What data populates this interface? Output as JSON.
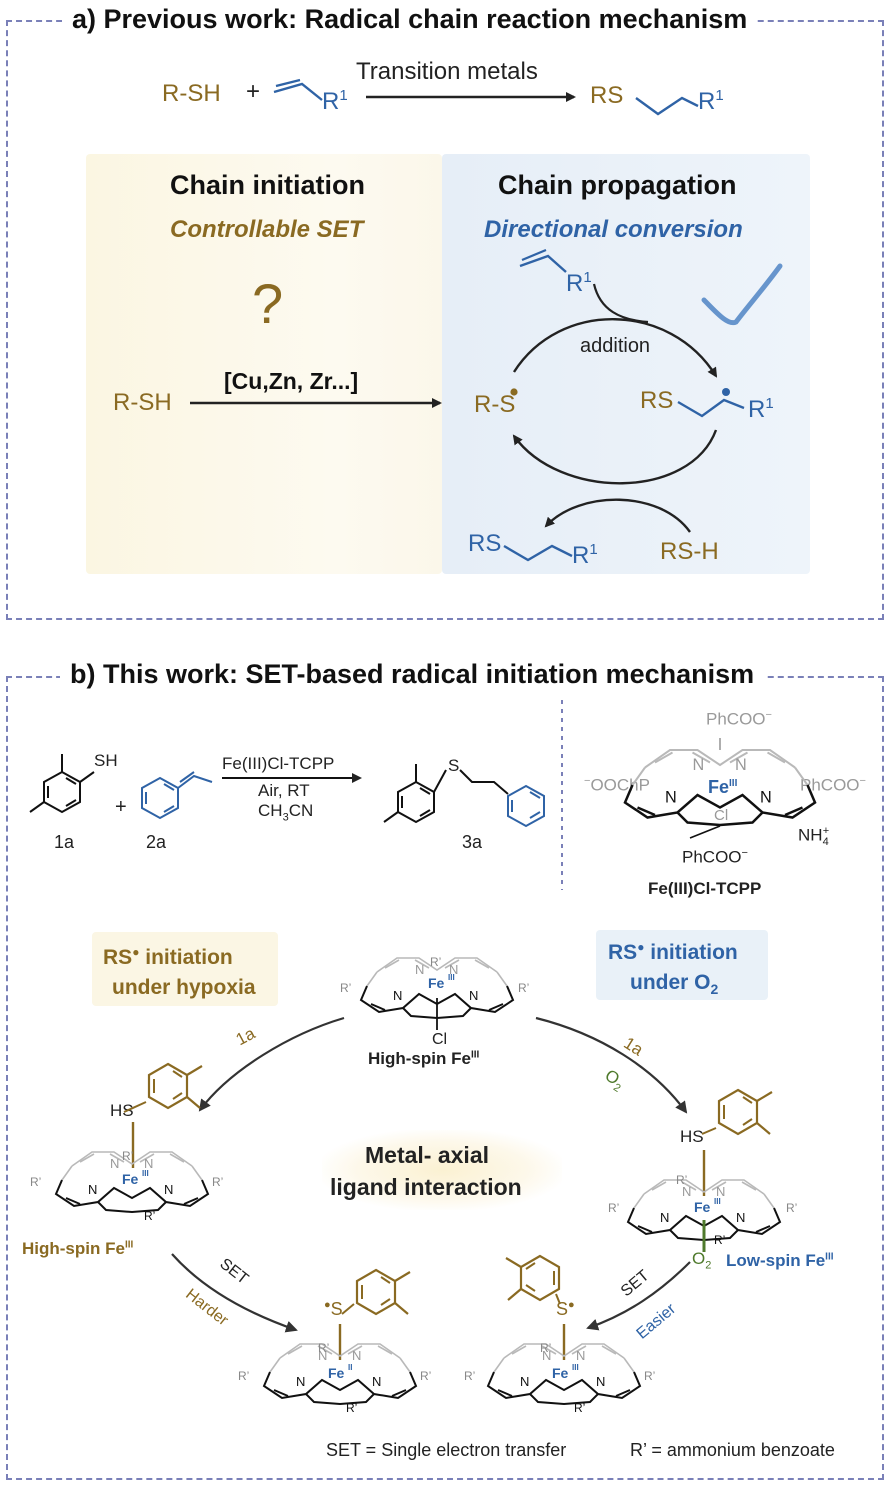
{
  "panel_a": {
    "title": "a) Previous work: Radical chain reaction mechanism",
    "top_reaction": {
      "reactant1": "R-SH",
      "plus": "+",
      "r1": "R",
      "r1_sup": "1",
      "arrow_label": "Transition metals",
      "product_rs": "RS",
      "product_r": "R",
      "product_sup": "1"
    },
    "initiation": {
      "heading": "Chain initiation",
      "subheading": "Controllable SET",
      "question": "?",
      "reactant": "R-SH",
      "catalysts": "[Cu,Zn, Zr...]"
    },
    "propagation": {
      "heading": "Chain propagation",
      "subheading": "Directional conversion",
      "alkene_r": "R",
      "alkene_sup": "1",
      "addition": "addition",
      "radical_rs": "R-S",
      "adduct_rs": "RS",
      "adduct_r": "R",
      "adduct_sup": "1",
      "product_rs": "RS",
      "product_r": "R",
      "product_sup": "1",
      "donor": "RS-H"
    }
  },
  "panel_b": {
    "title": "b) This work: SET-based radical initiation mechanism",
    "scheme": {
      "sh": "SH",
      "plus": "+",
      "catalyst": "Fe(III)Cl-TCPP",
      "cond1": "Air, RT",
      "cond2_a": "CH",
      "cond2_sub": "3",
      "cond2_b": "CN",
      "s": "S",
      "label_1a": "1a",
      "label_2a": "2a",
      "label_3a": "3a"
    },
    "porphyrin": {
      "top": "PhCOO",
      "top_sup": "−",
      "left_pre": "−",
      "left": "OOChP",
      "right": "PhCOO",
      "right_sup": "−",
      "bottom": "PhCOO",
      "bottom_sup": "−",
      "fe": "Fe",
      "fe_sup": "III",
      "cl": "Cl",
      "nh4": "NH",
      "nh4_sub": "4",
      "nh4_sup": "+",
      "name": "Fe(III)Cl-TCPP"
    },
    "mechanism": {
      "hypoxia_rs": "RS",
      "hypoxia_l1": " initiation",
      "hypoxia_l2": "under hypoxia",
      "o2_rs": "RS",
      "o2_l1": " initiation",
      "o2_l2": "under O",
      "o2_sub": "2",
      "center_cl": "Cl",
      "center_label": "High-spin Fe",
      "center_label_sup": "III",
      "arrow_left_label": "1a",
      "arrow_right_label": "1a",
      "arrow_right_o2": "O",
      "arrow_right_o2_sub": "2",
      "left_hs": "HS",
      "left_label": "High-spin Fe",
      "left_label_sup": "III",
      "middle_l1": "Metal- axial",
      "middle_l2": "ligand interaction",
      "right_hs": "HS",
      "right_o2": "O",
      "right_o2_sub": "2",
      "right_label": "Low-spin Fe",
      "right_label_sup": "III",
      "set_left": "SET",
      "harder": "Harder",
      "set_right": "SET",
      "easier": "Easier",
      "bl_s": "S",
      "bl_fe_sup": "II",
      "br_s": "S",
      "br_fe_sup": "III",
      "rprime": "R’",
      "n": "N",
      "fe": "Fe"
    },
    "footnote_set": "SET = Single electron transfer",
    "footnote_r": "R’ = ammonium benzoate"
  },
  "colors": {
    "gold": "#8a6a22",
    "blue": "#2f63a6",
    "green": "#4f7a2c",
    "dashed_border": "#7a80b8",
    "initiation_bg": "#fcf7e6",
    "propagation_bg": "#e9f1f8"
  }
}
